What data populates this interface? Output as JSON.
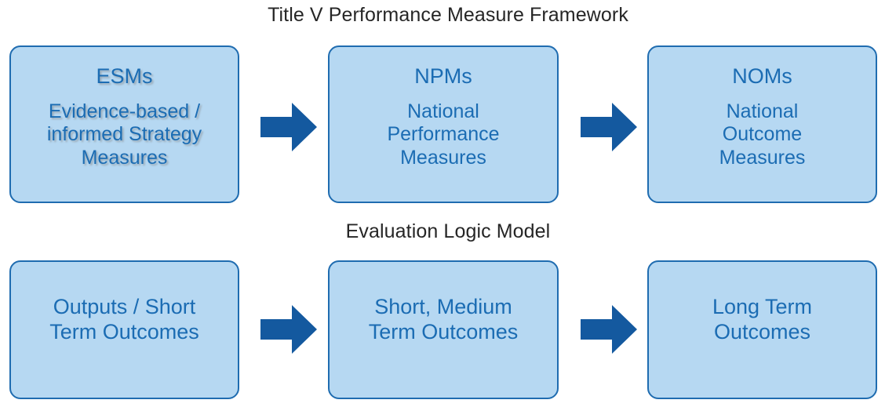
{
  "colors": {
    "box_fill": "#b6d8f2",
    "box_border": "#1f6cb0",
    "box_text": "#1b6cb3",
    "arrow": "#14599f",
    "title_text": "#262626",
    "background": "#ffffff"
  },
  "titles": {
    "framework": "Title V Performance Measure Framework",
    "logic_model": "Evaluation Logic Model"
  },
  "framework_row": {
    "boxes": [
      {
        "heading": "ESMs",
        "body_lines": [
          "Evidence-based /",
          "informed Strategy",
          "Measures"
        ]
      },
      {
        "heading": "NPMs",
        "body_lines": [
          "National",
          "Performance",
          "Measures"
        ]
      },
      {
        "heading": "NOMs",
        "body_lines": [
          "National",
          "Outcome",
          "Measures"
        ]
      }
    ]
  },
  "logic_model_row": {
    "boxes": [
      {
        "lines": [
          "Outputs / Short",
          "Term Outcomes"
        ]
      },
      {
        "lines": [
          "Short, Medium",
          "Term Outcomes"
        ]
      },
      {
        "lines": [
          "Long Term",
          "Outcomes"
        ]
      }
    ]
  },
  "arrows": [
    {
      "name": "esms-to-npms",
      "direction": "right"
    },
    {
      "name": "npms-to-noms",
      "direction": "right"
    },
    {
      "name": "outputs-to-short-medium",
      "direction": "right"
    },
    {
      "name": "short-medium-to-long",
      "direction": "right"
    }
  ]
}
